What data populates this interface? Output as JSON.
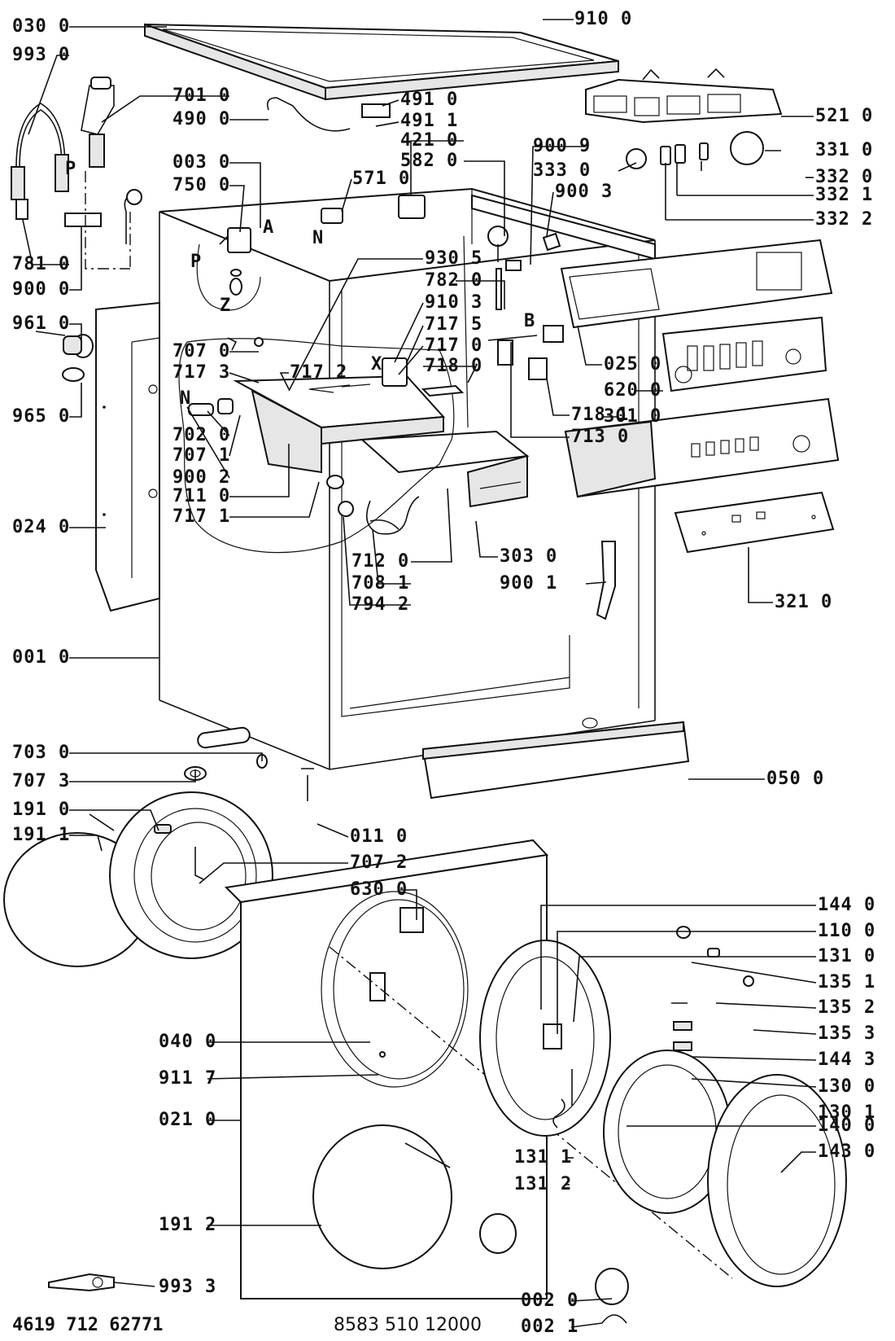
{
  "labels": {
    "p0300": "030 0",
    "p9100": "910 0",
    "p9930": "993 0",
    "p7010": "701 0",
    "p4900": "490 0",
    "p4910": "491 0",
    "p4911": "491 1",
    "p4210": "421 0",
    "p5210": "521 0",
    "p5820": "582 0",
    "p9009": "900 9",
    "p3330": "333 0",
    "p3310": "331 0",
    "p3320": "332 0",
    "p3321": "332 1",
    "p3322": "332 2",
    "p0030": "003 0",
    "p7500": "750 0",
    "p5710": "571 0",
    "p9003": "900 3",
    "p7810": "781 0",
    "p9000": "900 0",
    "p9305": "930 5",
    "p7820": "782 0",
    "p9103": "910 3",
    "p7175": "717 5",
    "p7170": "717 0",
    "p7180": "718 0",
    "p9610": "961 0",
    "p7070": "707 0",
    "p7173": "717 3",
    "p7172": "717 2",
    "p0250": "025 0",
    "p6200": "620 0",
    "p9650": "965 0",
    "p7020": "702 0",
    "p7071": "707 1",
    "p9002": "900 2",
    "p7110": "711 0",
    "p7171": "717 1",
    "p7181": "718 1",
    "p7130": "713 0",
    "p3010": "301 0",
    "p0240": "024 0",
    "p7120": "712 0",
    "p7081": "708 1",
    "p7942": "794 2",
    "p3030": "303 0",
    "p9001": "900 1",
    "p3210": "321 0",
    "p0010": "001 0",
    "p7030": "703 0",
    "p7073": "707 3",
    "p1910": "191 0",
    "p1911": "191 1",
    "p0110": "011 0",
    "p7072": "707 2",
    "p0500": "050 0",
    "p6300": "630 0",
    "p1440": "144 0",
    "p1100": "110 0",
    "p1310": "131 0",
    "p1351": "135 1",
    "p1352": "135 2",
    "p1353": "135 3",
    "p0400": "040 0",
    "p1443": "144 3",
    "p9117": "911 7",
    "p1300": "130 0",
    "p1301": "130 1",
    "p0210": "021 0",
    "p1311": "131 1",
    "p1312": "131 2",
    "p1400": "140 0",
    "p1430": "143 0",
    "p1912": "191 2",
    "p9933": "993 3",
    "p0020": "002 0",
    "p0021": "002 1"
  },
  "letters": {
    "p_top": "P",
    "a_top": "A",
    "p_mid": "P",
    "z_mid": "Z",
    "n_top": "N",
    "b_mid": "B",
    "x_mid": "X",
    "n_left": "N"
  },
  "footer": {
    "left_code": "4619 712 62771",
    "center_code": "8583 510 12000"
  }
}
